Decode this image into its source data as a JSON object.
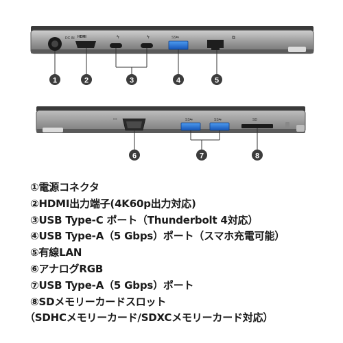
{
  "ports_top": {
    "dc_in_label": "DC IN",
    "hdmi_label": "HDMI",
    "callouts": [
      "1",
      "2",
      "3",
      "4",
      "5"
    ]
  },
  "ports_bottom": {
    "callouts": [
      "6",
      "7",
      "8"
    ]
  },
  "legend": {
    "items": [
      "①電源コネクタ",
      "②HDMI出力端子(4K60p出力対応)",
      "③USB Type-C ポート（Thunderbolt 4対応）",
      "④USB Type-A（5 Gbps）ポート（スマホ充電可能）",
      "⑤有線LAN",
      "⑥アナログRGB",
      "⑦USB Type-A（5 Gbps）ポート",
      "⑧SDメモリーカードスロット",
      "（SDHCメモリーカード/SDXCメモリーカード対応）"
    ]
  },
  "colors": {
    "callout_fill": "#3c3c3c",
    "chassis_dark": "#2a2a2a",
    "chassis_gray": "#8c8c8c",
    "usb_blue": "#1f6fd1"
  }
}
